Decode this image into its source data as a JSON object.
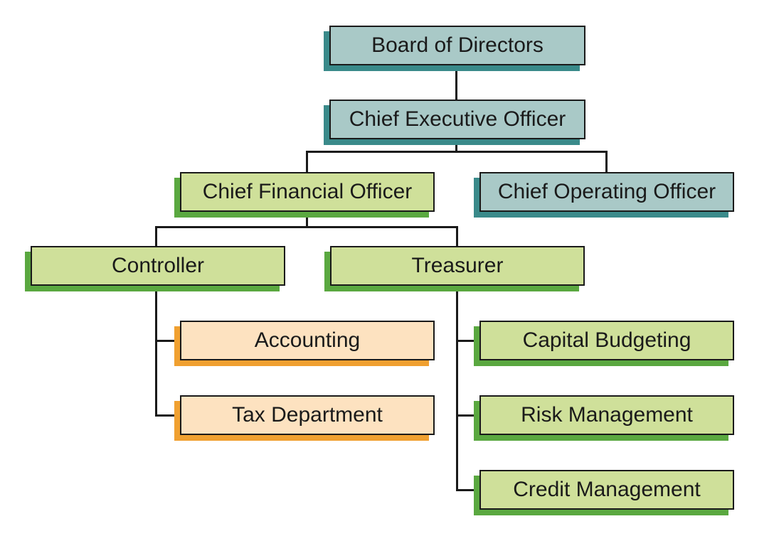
{
  "org_chart": {
    "board": "Board of Directors",
    "ceo": "Chief Executive Officer",
    "cfo": "Chief Financial Officer",
    "coo": "Chief Operating Officer",
    "controller": "Controller",
    "treasurer": "Treasurer",
    "accounting": "Accounting",
    "tax": "Tax Department",
    "capital_budgeting": "Capital Budgeting",
    "risk_management": "Risk Management",
    "credit_management": "Credit Management"
  },
  "colors": {
    "executive_fill": "#a9c9c7",
    "executive_shadow": "#3a8a8a",
    "finance_fill": "#cfe09a",
    "finance_shadow": "#5aa840",
    "controller_dept_fill": "#fde2c0",
    "controller_dept_shadow": "#f0a030",
    "connector": "#1a1a1a"
  }
}
